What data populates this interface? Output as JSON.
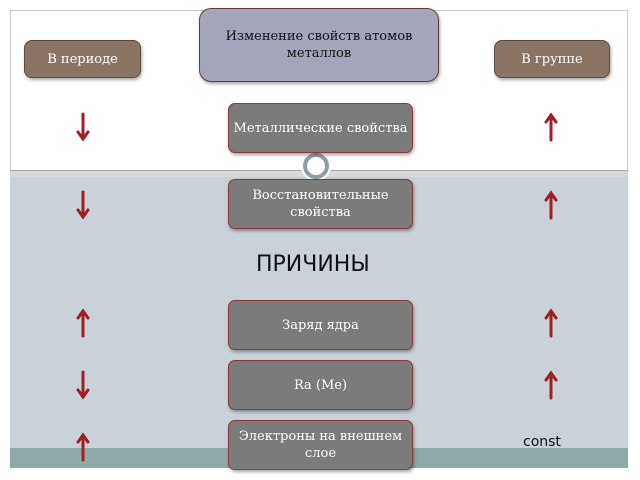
{
  "title": "Изменение свойств атомов металлов",
  "left_label": "В периоде",
  "right_label": "В группе",
  "section_heading": "ПРИЧИНЫ",
  "const_label": "const",
  "colors": {
    "arrow": "#a01f24",
    "box": "#7b7b7b",
    "title_box": "#a3a6ba",
    "label_box": "#8a7466",
    "lower_panel": "#c9d1d9"
  },
  "rows": [
    {
      "label": "Металлические свойства",
      "period": "down",
      "group": "up"
    },
    {
      "label": "Восстановительные свойства",
      "period": "down",
      "group": "up"
    },
    {
      "label": "Заряд ядра",
      "period": "up",
      "group": "up"
    },
    {
      "label": "Ra (Me)",
      "period": "down",
      "group": "up"
    },
    {
      "label": "Электроны на внешнем слое",
      "period": "up",
      "group": "const"
    }
  ]
}
